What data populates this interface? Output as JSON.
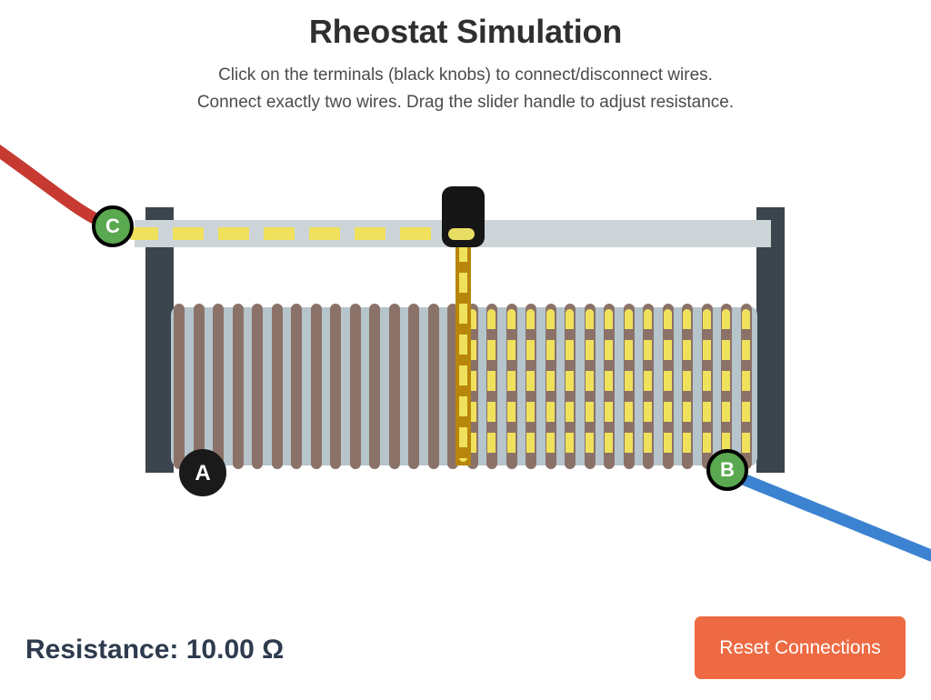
{
  "header": {
    "title": "Rheostat Simulation",
    "subtitle_line_1": "Click on the terminals (black knobs) to connect/disconnect wires.",
    "subtitle_line_2": "Connect exactly two wires. Drag the slider handle to adjust resistance."
  },
  "simulation": {
    "terminals": [
      {
        "id": "a",
        "label": "A",
        "state": "disconnected",
        "wire_color": null
      },
      {
        "id": "b",
        "label": "B",
        "state": "connected",
        "wire_color": "#3b82d0"
      },
      {
        "id": "c",
        "label": "C",
        "state": "connected",
        "wire_color": "#c63a32"
      }
    ],
    "slider": {
      "handle_label": "",
      "position_percent": 48
    },
    "colors": {
      "post": "#3a454d",
      "rail": "#ccd4d8",
      "coil_core": "#b6c4cb",
      "winding": "#8b7268",
      "current": "#f0e15c",
      "wiper": "#b8860b",
      "terminal_connected": "#5aa84f",
      "terminal_disconnected": "#1a1a1a"
    }
  },
  "footer": {
    "resistance_label": "Resistance: 10.00 Ω",
    "reset_label": "Reset Connections",
    "reset_color": "#ed6a42"
  }
}
